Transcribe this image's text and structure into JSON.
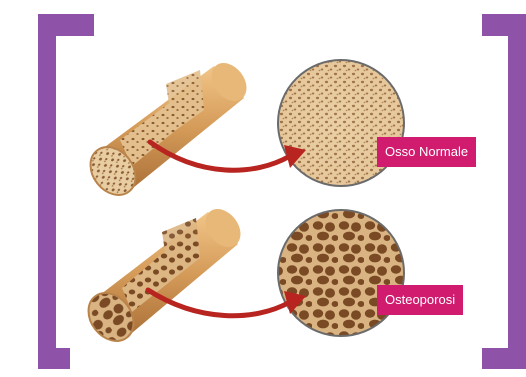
{
  "labels": {
    "normal": "Osso Normale",
    "osteoporosis": "Osteoporosi"
  },
  "colors": {
    "frame_purple": "#8e52a8",
    "label_magenta": "#d11b6f",
    "arrow_red": "#b8241f",
    "bone_tan": "#d7a56b",
    "bone_cut_face": "#e6c79a",
    "pore_dark": "#6e4423"
  },
  "icons": {
    "bracket_left": "left-square-bracket",
    "bracket_right": "right-square-bracket",
    "arrow": "curved-red-arrow"
  }
}
